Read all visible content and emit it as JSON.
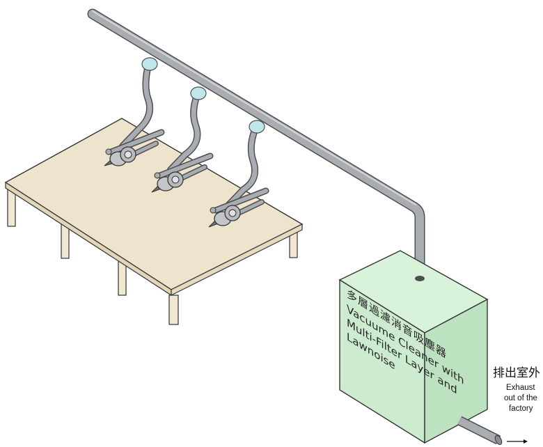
{
  "vacuum_cleaner": {
    "label_cn": "多層過濾消音吸塵器",
    "label_en_lines": [
      "Vacuume Cleaner with",
      "Multi-Filter Layer and",
      "Lawnoise"
    ]
  },
  "exhaust": {
    "label_cn": "排出室外",
    "label_en_lines": [
      "Exhaust",
      "out of the",
      "factory"
    ]
  },
  "colors": {
    "pipe": "#a9acb0",
    "pipe_outline": "#4d4f53",
    "table_top": "#eee3cc",
    "table_edge": "#e2d5ba",
    "box_front": "#cdeccf",
    "box_side": "#bde2c0",
    "box_top": "#d9f2da",
    "nozzle_cap": "#bfe6ea"
  }
}
